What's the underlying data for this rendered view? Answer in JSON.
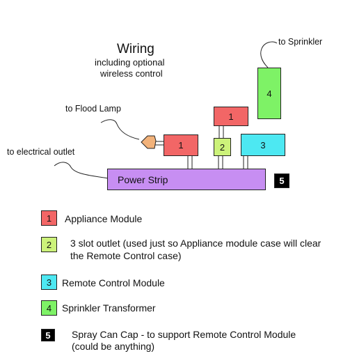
{
  "title": "Wiring",
  "subtitle_line1": "including optional",
  "subtitle_line2": "wireless control",
  "labels": {
    "sprinkler": "to Sprinkler",
    "flood_lamp": "to Flood Lamp",
    "outlet": "to electrical outlet"
  },
  "components": {
    "appliance_module_1": "1",
    "appliance_module_2": "1",
    "three_slot_outlet": "2",
    "remote_control_module": "3",
    "sprinkler_transformer": "4",
    "power_strip": "Power Strip",
    "spray_can_cap": "5"
  },
  "colors": {
    "appliance": "#f26666",
    "outlet": "#ccf27a",
    "remote": "#4de8f2",
    "sprinkler": "#7ef266",
    "strip": "#c78ef2",
    "cap": "#000000",
    "plug": "#f2b27a"
  },
  "legend": [
    {
      "num": "1",
      "text": "Appliance Module"
    },
    {
      "num": "2",
      "text_line1": "3 slot outlet (used just so Appliance module case will clear",
      "text_line2": "the Remote Control case)"
    },
    {
      "num": "3",
      "text": "Remote Control Module"
    },
    {
      "num": "4",
      "text": "Sprinkler Transformer"
    },
    {
      "num": "5",
      "text_line1": "Spray Can Cap - to support Remote Control Module",
      "text_line2": "(could be anything)"
    }
  ]
}
